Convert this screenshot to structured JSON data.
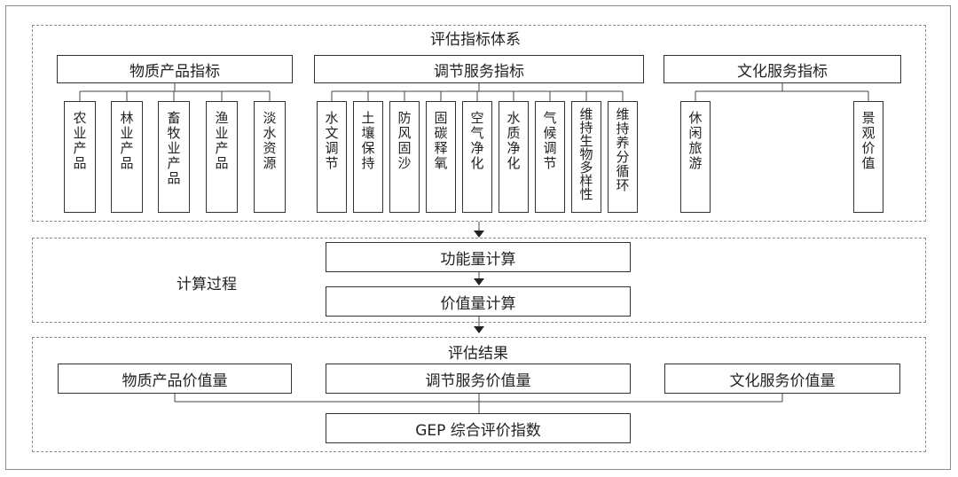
{
  "indicator_system": {
    "title": "评估指标体系",
    "groups": [
      {
        "label": "物质产品指标",
        "items": [
          "农业产品",
          "林业产品",
          "畜牧业产品",
          "渔业产品",
          "淡水资源"
        ]
      },
      {
        "label": "调节服务指标",
        "items": [
          "水文调节",
          "土壤保持",
          "防风固沙",
          "固碳释氧",
          "空气净化",
          "水质净化",
          "气候调节",
          "维持生物多样性",
          "维持养分循环"
        ]
      },
      {
        "label": "文化服务指标",
        "items": [
          "休闲旅游",
          "景观价值"
        ]
      }
    ]
  },
  "calculation": {
    "label": "计算过程",
    "steps": [
      "功能量计算",
      "价值量计算"
    ]
  },
  "results": {
    "title": "评估结果",
    "values": [
      "物质产品价值量",
      "调节服务价值量",
      "文化服务价值量"
    ],
    "final": "GEP 综合评价指数"
  }
}
